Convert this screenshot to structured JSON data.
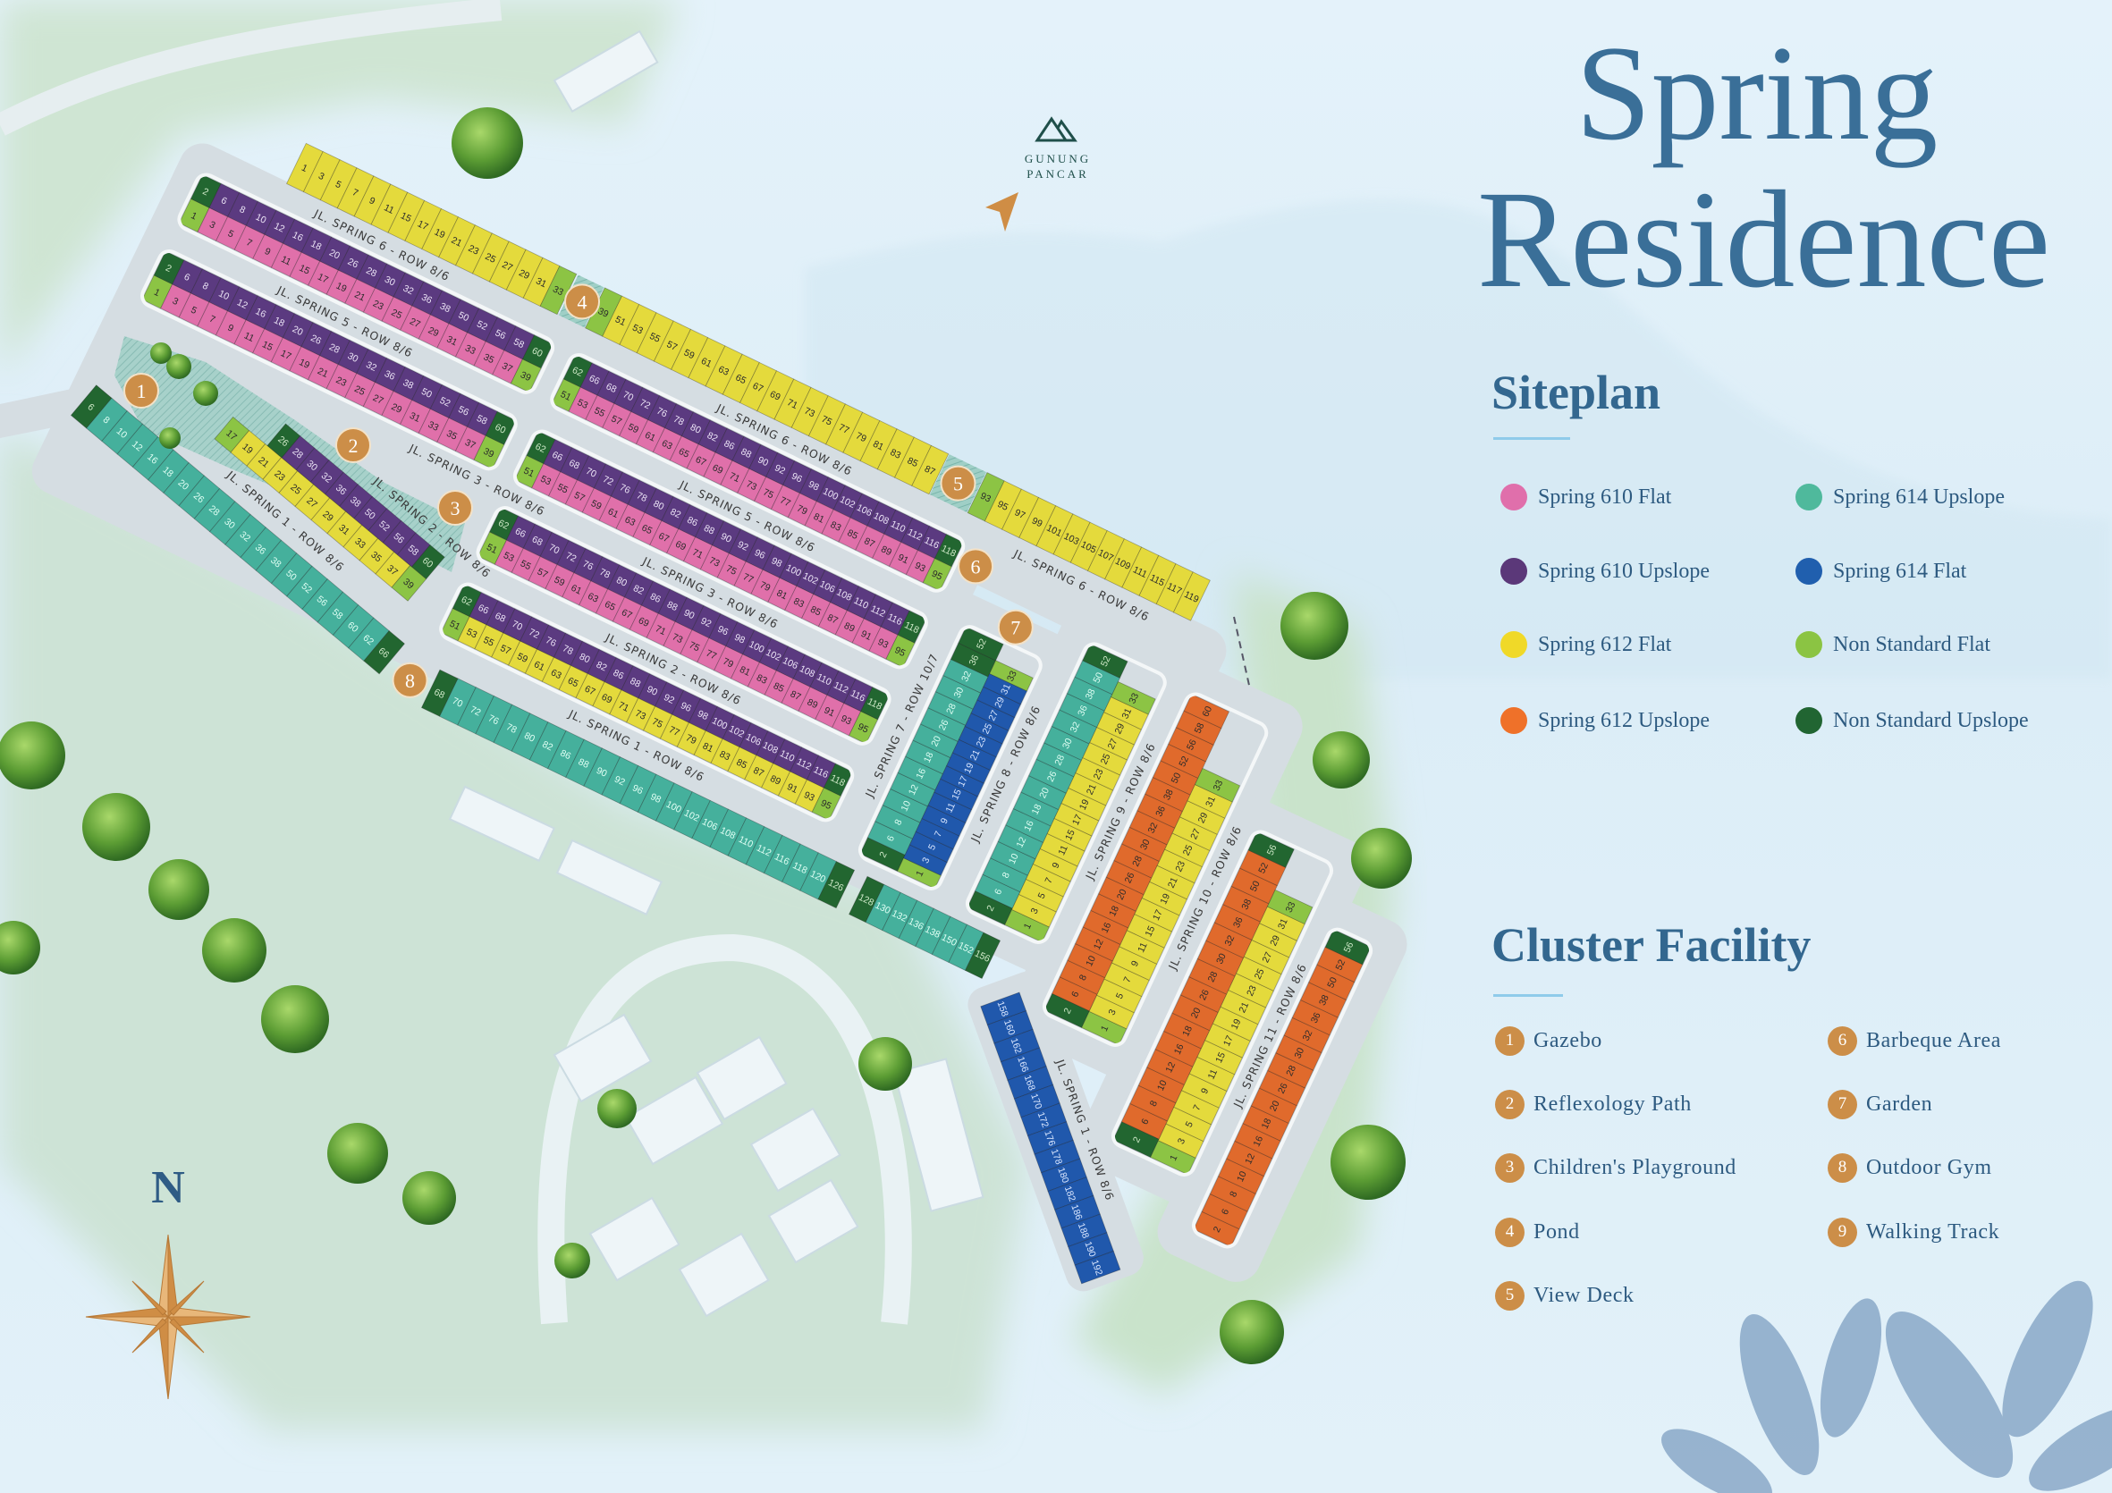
{
  "title": {
    "line1": "Spring",
    "line2": "Residence"
  },
  "landmark": {
    "line1": "GUNUNG",
    "line2": "PANCAR"
  },
  "compass": {
    "label": "N"
  },
  "siteplan": {
    "heading": "Siteplan",
    "legend": [
      {
        "label": "Spring 610 Flat",
        "color": "#e06fab"
      },
      {
        "label": "Spring 610 Upslope",
        "color": "#5b3879"
      },
      {
        "label": "Spring 612 Flat",
        "color": "#f0d928"
      },
      {
        "label": "Spring 612 Upslope",
        "color": "#ef7129"
      },
      {
        "label": "Spring 614 Upslope",
        "color": "#4fb99c"
      },
      {
        "label": "Spring 614 Flat",
        "color": "#205fae"
      },
      {
        "label": "Non Standard Flat",
        "color": "#8bc443"
      },
      {
        "label": "Non Standard Upslope",
        "color": "#216532"
      }
    ]
  },
  "facility": {
    "heading": "Cluster Facility",
    "marker_color": "#cc8e48",
    "items": [
      {
        "number": "1",
        "label": "Gazebo"
      },
      {
        "number": "2",
        "label": "Reflexology Path"
      },
      {
        "number": "3",
        "label": "Children's Playground"
      },
      {
        "number": "4",
        "label": "Pond"
      },
      {
        "number": "5",
        "label": "View Deck"
      },
      {
        "number": "6",
        "label": "Barbeque Area"
      },
      {
        "number": "7",
        "label": "Garden"
      },
      {
        "number": "8",
        "label": "Outdoor Gym"
      },
      {
        "number": "9",
        "label": "Walking Track"
      }
    ]
  },
  "map": {
    "lot_types": {
      "p": "#e070aa",
      "u": "#5b3a80",
      "y": "#e4da3c",
      "o": "#e06a2c",
      "t": "#45b09c",
      "b": "#2058ac",
      "g": "#8cc444",
      "d": "#226630"
    },
    "markers": [
      "1",
      "2",
      "3",
      "4",
      "5",
      "6",
      "7",
      "8"
    ],
    "streets": [
      "JL. SPRING 6 - ROW 8/6",
      "JL. SPRING 5 - ROW 8/6",
      "JL. SPRING 3 - ROW 8/6",
      "JL. SPRING 2 - ROW 8/6",
      "JL. SPRING 1 - ROW 8/6",
      "JL. SPRING 7 - ROW 10/7",
      "JL. SPRING 8 - ROW 8/6",
      "JL. SPRING 9 - ROW 8/6",
      "JL. SPRING 10 - ROW 8/6",
      "JL. SPRING 11 - ROW 8/6"
    ],
    "lots": {
      "row6_west": [
        [
          "y",
          [
            1,
            3,
            5,
            7,
            9,
            11,
            15,
            17,
            19,
            21,
            23,
            25,
            27,
            29,
            31
          ]
        ],
        [
          "g",
          [
            33
          ]
        ]
      ],
      "row6_mid": [
        [
          "g",
          [
            39
          ]
        ],
        [
          "y",
          [
            51,
            53,
            55,
            57,
            59,
            61,
            63,
            65,
            67,
            69,
            71,
            73,
            75,
            77,
            79,
            81,
            83,
            85,
            87
          ]
        ]
      ],
      "row6_east": [
        [
          "g",
          [
            93
          ]
        ],
        [
          "y",
          [
            95,
            97,
            99,
            101,
            103,
            105,
            107,
            109,
            111,
            115,
            117,
            119
          ]
        ]
      ],
      "west_top": [
        [
          "d",
          [
            2
          ]
        ],
        [
          "u",
          [
            6,
            8,
            10,
            12,
            16,
            18,
            20,
            26,
            28,
            30,
            32,
            36,
            38,
            50,
            52,
            56,
            58
          ]
        ],
        [
          "d",
          [
            60
          ]
        ]
      ],
      "west_bottom": [
        [
          "g",
          [
            1
          ]
        ],
        [
          "p",
          [
            3,
            5,
            7,
            9,
            11,
            15,
            17,
            19,
            21,
            23,
            25,
            27,
            29,
            31,
            33,
            35,
            37
          ]
        ],
        [
          "g",
          [
            39
          ]
        ]
      ],
      "east_top": [
        [
          "d",
          [
            62
          ]
        ],
        [
          "u",
          [
            66,
            68,
            70,
            72,
            76,
            78,
            80,
            82,
            86,
            88,
            90,
            92,
            96,
            98,
            100,
            102,
            106,
            108,
            110,
            112,
            116
          ]
        ],
        [
          "d",
          [
            118
          ]
        ]
      ],
      "east_bottom": [
        [
          "g",
          [
            51
          ]
        ],
        [
          "p",
          [
            53,
            55,
            57,
            59,
            61,
            63,
            65,
            67,
            69,
            71,
            73,
            75,
            77,
            79,
            81,
            83,
            85,
            87,
            89,
            91,
            93
          ]
        ],
        [
          "g",
          [
            95
          ]
        ]
      ],
      "east_bottom_row1": [
        [
          "g",
          [
            51
          ]
        ],
        [
          "y",
          [
            53,
            55,
            57,
            59,
            61,
            63,
            65,
            67,
            69,
            71,
            73,
            75,
            77,
            79,
            81,
            83,
            85,
            87,
            89,
            91,
            93
          ]
        ],
        [
          "g",
          [
            95
          ]
        ]
      ],
      "row1_teal_a": [
        [
          "d",
          [
            68
          ]
        ],
        [
          "t",
          [
            70,
            72,
            76,
            78,
            80,
            82,
            86,
            88,
            90,
            92,
            96,
            98,
            100,
            102,
            106,
            108,
            110,
            112,
            116,
            118,
            120
          ]
        ],
        [
          "d",
          [
            126
          ]
        ]
      ],
      "row1_teal_b": [
        [
          "d",
          [
            128
          ]
        ],
        [
          "t",
          [
            130,
            132,
            136,
            138,
            150,
            152
          ]
        ],
        [
          "d",
          [
            156
          ]
        ]
      ],
      "row1_teal_west": [
        [
          "d",
          [
            6
          ]
        ],
        [
          "t",
          [
            8,
            10,
            12,
            16,
            18,
            20,
            26,
            28,
            30,
            32,
            36,
            38,
            50,
            52,
            56,
            58,
            60,
            62
          ]
        ],
        [
          "d",
          [
            66
          ]
        ]
      ],
      "row2_west_top": [
        [
          "d",
          [
            26
          ]
        ],
        [
          "u",
          [
            28,
            30,
            32,
            36,
            38,
            50,
            52,
            56,
            58
          ]
        ],
        [
          "d",
          [
            60
          ]
        ]
      ],
      "row2_west_bottom": [
        [
          "g",
          [
            17
          ]
        ],
        [
          "y",
          [
            19,
            21,
            23,
            25,
            27,
            29,
            31,
            33,
            35,
            37
          ]
        ],
        [
          "g",
          [
            39
          ]
        ]
      ],
      "row7_teal": [
        [
          "d",
          [
            2
          ]
        ],
        [
          "t",
          [
            6,
            8,
            10,
            12,
            16,
            18,
            20,
            26,
            28,
            30,
            32
          ]
        ],
        [
          "d",
          [
            36,
            52
          ]
        ]
      ],
      "row7_blue": [
        [
          "g",
          [
            1
          ]
        ],
        [
          "b",
          [
            3,
            5,
            7,
            9,
            11,
            15,
            17,
            19,
            21,
            23,
            25,
            27,
            29,
            31
          ]
        ],
        [
          "g",
          [
            33
          ]
        ]
      ],
      "row8_teal": [
        [
          "d",
          [
            2
          ]
        ],
        [
          "t",
          [
            6,
            8,
            10,
            12,
            16,
            18,
            20,
            26,
            28,
            30,
            32,
            36,
            38,
            50
          ]
        ],
        [
          "d",
          [
            52
          ]
        ]
      ],
      "row8_yellow": [
        [
          "g",
          [
            1
          ]
        ],
        [
          "y",
          [
            3,
            5,
            7,
            9,
            11,
            15,
            17,
            19,
            21,
            23,
            25,
            27,
            29,
            31
          ]
        ],
        [
          "g",
          [
            33
          ]
        ]
      ],
      "row9_orange": [
        [
          "d",
          [
            2
          ]
        ],
        [
          "o",
          [
            6,
            8,
            10,
            12,
            16,
            18,
            20,
            26,
            28,
            30,
            32,
            36,
            38,
            50,
            52,
            56,
            58,
            60
          ]
        ]
      ],
      "row9_yellow": [
        [
          "g",
          [
            1
          ]
        ],
        [
          "y",
          [
            3,
            5,
            7,
            9,
            11,
            15,
            17,
            19,
            21,
            23,
            25,
            27,
            29,
            31
          ]
        ],
        [
          "g",
          [
            33
          ]
        ]
      ],
      "row10_orange": [
        [
          "d",
          [
            2
          ]
        ],
        [
          "o",
          [
            6,
            8,
            10,
            12,
            16,
            18,
            20,
            26,
            28,
            30,
            32,
            36,
            38,
            50,
            52
          ]
        ],
        [
          "d",
          [
            56
          ]
        ]
      ],
      "row10_yellow": [
        [
          "g",
          [
            1
          ]
        ],
        [
          "y",
          [
            3,
            5,
            7,
            9,
            11,
            15,
            17,
            19,
            21,
            23,
            25,
            27,
            29,
            31
          ]
        ],
        [
          "g",
          [
            33
          ]
        ]
      ],
      "row11_orange": [
        [
          "o",
          [
            2,
            6,
            8,
            10,
            12,
            16,
            18,
            20,
            26,
            28,
            30,
            32,
            36,
            38,
            50,
            52
          ]
        ],
        [
          "d",
          [
            56
          ]
        ]
      ],
      "row1_blue": [
        [
          "b",
          [
            158,
            160,
            162,
            166,
            168,
            170,
            172,
            176,
            178,
            180,
            182,
            186,
            188,
            190,
            192
          ]
        ]
      ]
    }
  }
}
